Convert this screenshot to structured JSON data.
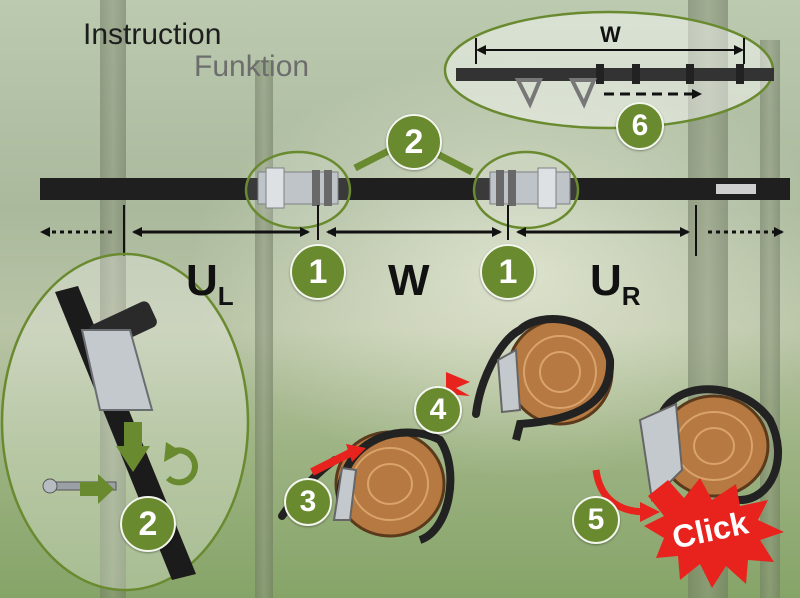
{
  "title": "Instruction",
  "subtitle": "Funktion",
  "labels": {
    "u_left": "U",
    "u_left_sub": "L",
    "w_center": "W",
    "u_right": "U",
    "u_right_sub": "R",
    "w_inset": "W",
    "click": "Click"
  },
  "steps": [
    "1",
    "1",
    "2",
    "2",
    "3",
    "4",
    "5",
    "6"
  ],
  "colors": {
    "accent_green": "#6a8a30",
    "strap": "#222222",
    "arrow_red": "#e8231e",
    "click_burst": "#e8231e"
  }
}
